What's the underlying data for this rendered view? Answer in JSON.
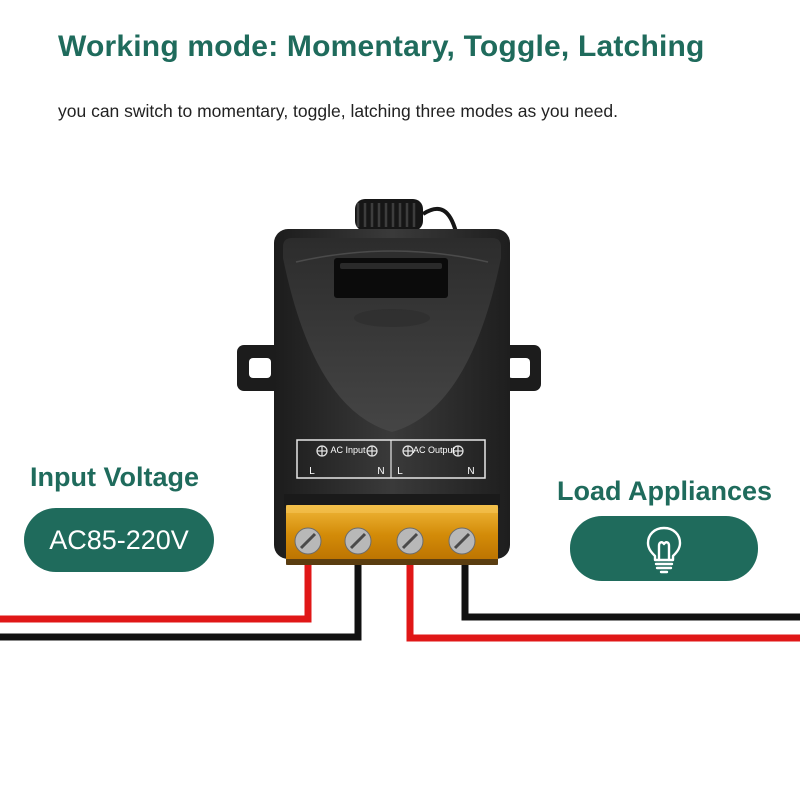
{
  "header": {
    "title": "Working mode: Momentary, Toggle, Latching",
    "subtitle": "you can switch to momentary, toggle, latching three modes as you need."
  },
  "input": {
    "title": "Input Voltage",
    "voltage": "AC85-220V"
  },
  "load": {
    "title": "Load Appliances",
    "icon": "light-bulb-icon"
  },
  "terminals": {
    "input_group": "AC Input",
    "output_group": "AC Output",
    "pins": [
      "L",
      "N",
      "L",
      "N"
    ]
  },
  "colors": {
    "brand": "#1f6b5c",
    "live_wire": "#e01717",
    "neutral_wire": "#111111",
    "terminal": "#d9960a"
  }
}
